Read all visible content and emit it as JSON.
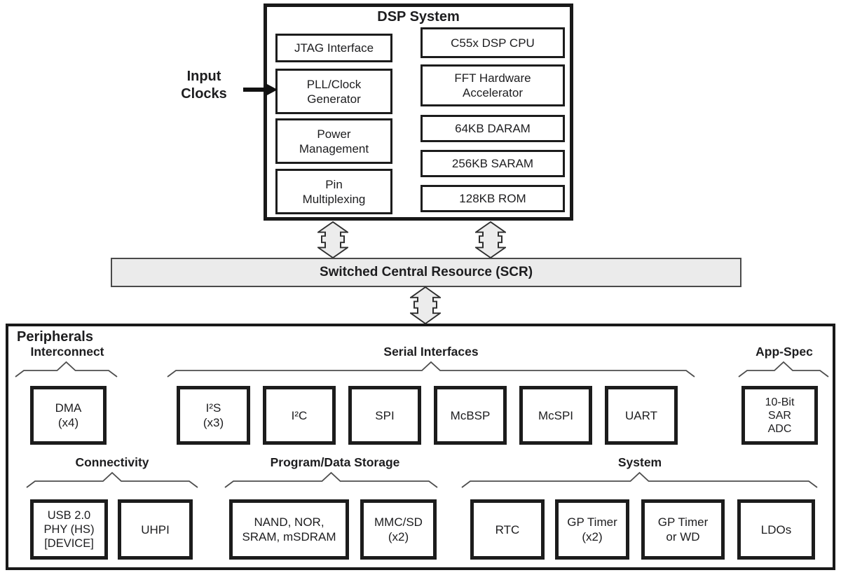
{
  "dsp": {
    "title": "DSP System",
    "blocks": {
      "jtag": "JTAG Interface",
      "pll": "PLL/Clock\nGenerator",
      "power": "Power\nManagement",
      "pinmux": "Pin\nMultiplexing",
      "cpu": "C55x DSP CPU",
      "fft": "FFT Hardware\nAccelerator",
      "daram": "64KB DARAM",
      "saram": "256KB SARAM",
      "rom": "128KB ROM"
    }
  },
  "input_clocks": "Input\nClocks",
  "scr": "Switched Central Resource (SCR)",
  "peripherals": {
    "title": "Peripherals",
    "interconnect": {
      "label": "Interconnect",
      "dma": "DMA\n(x4)"
    },
    "serial": {
      "label": "Serial Interfaces",
      "i2s": "I²S\n(x3)",
      "i2c": "I²C",
      "spi": "SPI",
      "mcbsp": "McBSP",
      "mcspi": "McSPI",
      "uart": "UART"
    },
    "appspec": {
      "label": "App-Spec",
      "adc": "10-Bit\nSAR\nADC"
    },
    "connectivity": {
      "label": "Connectivity",
      "usb": "USB 2.0\nPHY (HS)\n[DEVICE]",
      "uhpi": "UHPI"
    },
    "storage": {
      "label": "Program/Data Storage",
      "nand": "NAND, NOR,\nSRAM, mSDRAM",
      "mmc": "MMC/SD\n(x2)"
    },
    "system": {
      "label": "System",
      "rtc": "RTC",
      "gptimer2": "GP Timer\n(x2)",
      "gptimerwd": "GP Timer\nor WD",
      "ldos": "LDOs"
    }
  },
  "colors": {
    "fill_light": "#ebebeb",
    "line": "#191919"
  }
}
